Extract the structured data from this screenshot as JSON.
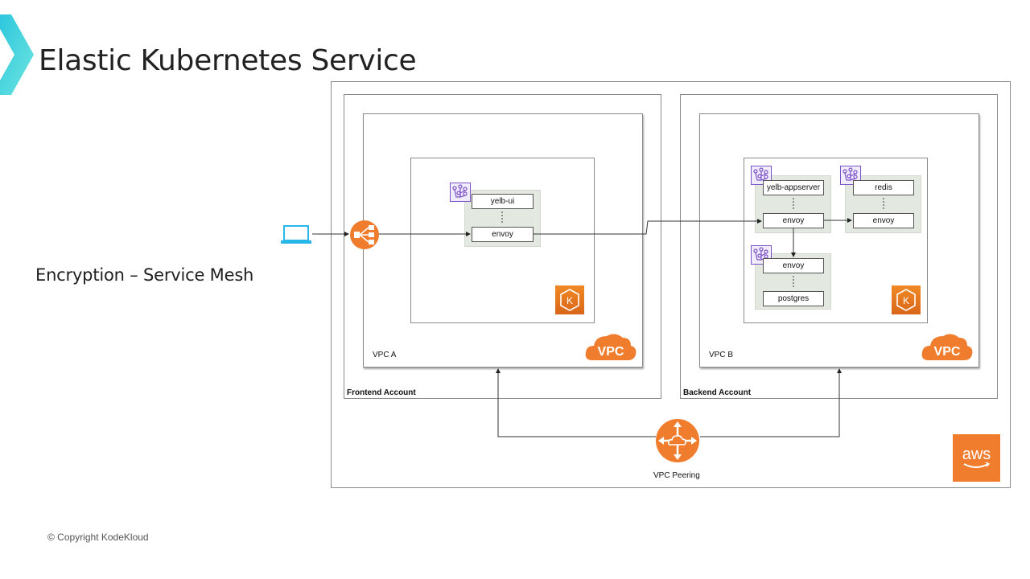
{
  "slide": {
    "title": "Elastic Kubernetes Service",
    "subtitle": "Encryption – Service Mesh",
    "copyright": "© Copyright KodeKloud",
    "brand_color": "#3fd0e0"
  },
  "diagram": {
    "frontend_account": {
      "label": "Frontend Account",
      "vpc_label": "VPC A",
      "vpc_icon_text": "VPC",
      "pods": [
        {
          "services": [
            "yelb-ui",
            "envoy"
          ]
        }
      ]
    },
    "backend_account": {
      "label": "Backend Account",
      "vpc_label": "VPC B",
      "vpc_icon_text": "VPC",
      "pods": [
        {
          "services": [
            "yelb-appserver",
            "envoy"
          ]
        },
        {
          "services": [
            "redis",
            "envoy"
          ]
        },
        {
          "services": [
            "envoy",
            "postgres"
          ]
        }
      ]
    },
    "peering": {
      "label": "VPC Peering"
    },
    "aws_logo_text": "aws",
    "eks_icon_letter": "K",
    "colors": {
      "aws_orange": "#f07d2d",
      "mesh_purple": "#7b52c7",
      "pod_bg": "#e3e8e1",
      "client_blue": "#29b6e8"
    }
  }
}
